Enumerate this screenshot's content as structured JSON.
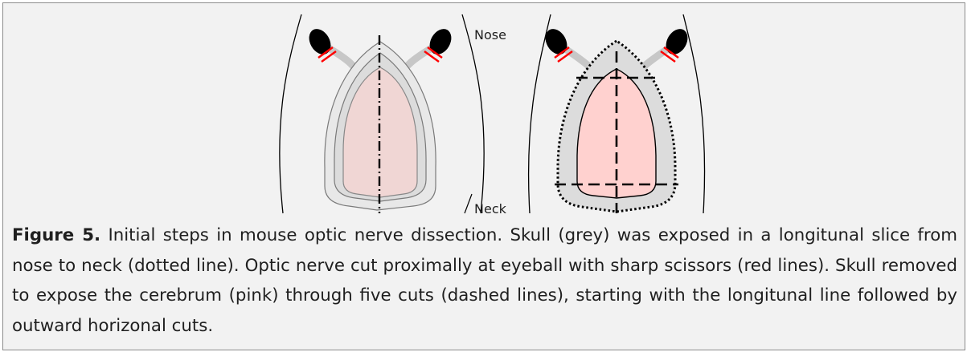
{
  "labels": {
    "nose": "Nose",
    "neck": "Neck"
  },
  "caption": {
    "label": "Figure 5.",
    "text": "Initial steps in mouse optic nerve dissection. Skull (grey) was exposed in a longitunal slice from nose to neck (dotted line). Optic nerve cut proximally at eyeball with sharp scissors (red lines). Skull removed to expose the cerebrum (pink) through five cuts (dashed lines), starting with the longitunal line followed by outward horizonal cuts."
  },
  "colors": {
    "skull": "#dcdcdc",
    "skull_outer": "#e8e8e8",
    "cerebrum_left": "#f0d6d4",
    "cerebrum_right": "#ffd1cf",
    "nerve": "#c7c7c7",
    "cut_red": "#ff0000",
    "eyeball": "#000000",
    "box_bg": "#f2f2f2"
  }
}
